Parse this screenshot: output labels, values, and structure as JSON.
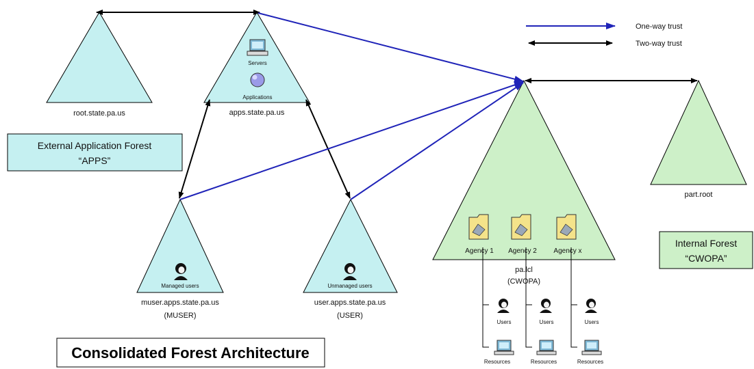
{
  "legend": {
    "one_way": "One-way trust",
    "two_way": "Two-way trust",
    "one_way_color": "#1f23b8",
    "two_way_color": "#000000"
  },
  "colors": {
    "apps_forest_fill": "#c5f0f1",
    "internal_forest_fill": "#cdf0c8",
    "folder_fill": "#f4e38a"
  },
  "domains": {
    "root": "root.state.pa.us",
    "apps": "apps.state.pa.us",
    "apps_servers": "Servers",
    "apps_applications": "Applications",
    "muser": "muser.apps.state.pa.us",
    "muser_sub": "(MUSER)",
    "muser_inner": "Managed users",
    "user": "user.apps.state.pa.us",
    "user_sub": "(USER)",
    "user_inner": "Unmanaged users",
    "palcl": "pa.lcl",
    "palcl_sub": "(CWOPA)",
    "part_root": "part.root"
  },
  "agencies": [
    "Agency 1",
    "Agency 2",
    "Agency x"
  ],
  "agency_users_label": "Users",
  "agency_resources_label": "Resources",
  "boxes": {
    "external_line1": "External Application Forest",
    "external_line2": "“APPS”",
    "internal_line1": "Internal Forest",
    "internal_line2": "“CWOPA”"
  },
  "title": "Consolidated Forest Architecture"
}
